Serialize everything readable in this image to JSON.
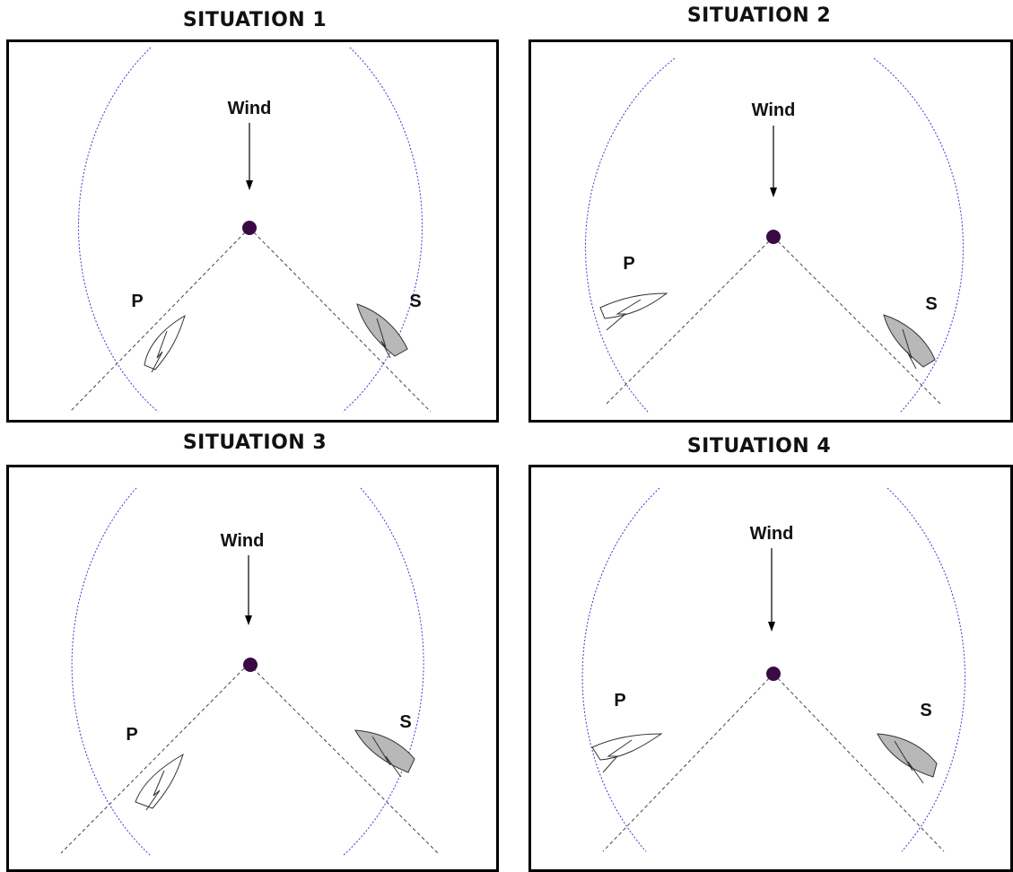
{
  "situations": [
    {
      "title": "SITUATION 1",
      "wind_label": "Wind",
      "port_label": "P",
      "starboard_label": "S"
    },
    {
      "title": "SITUATION 2",
      "wind_label": "Wind",
      "port_label": "P",
      "starboard_label": "S"
    },
    {
      "title": "SITUATION 3",
      "wind_label": "Wind",
      "port_label": "P",
      "starboard_label": "S"
    },
    {
      "title": "SITUATION 4",
      "wind_label": "Wind",
      "port_label": "P",
      "starboard_label": "S"
    }
  ],
  "colors": {
    "zone_circle": "#3a3ad0",
    "mark": "#3a0a45",
    "layline": "#444444",
    "port_boat_fill": "#ffffff",
    "starboard_boat_fill": "#b8b8b8",
    "frame": "#000000"
  }
}
